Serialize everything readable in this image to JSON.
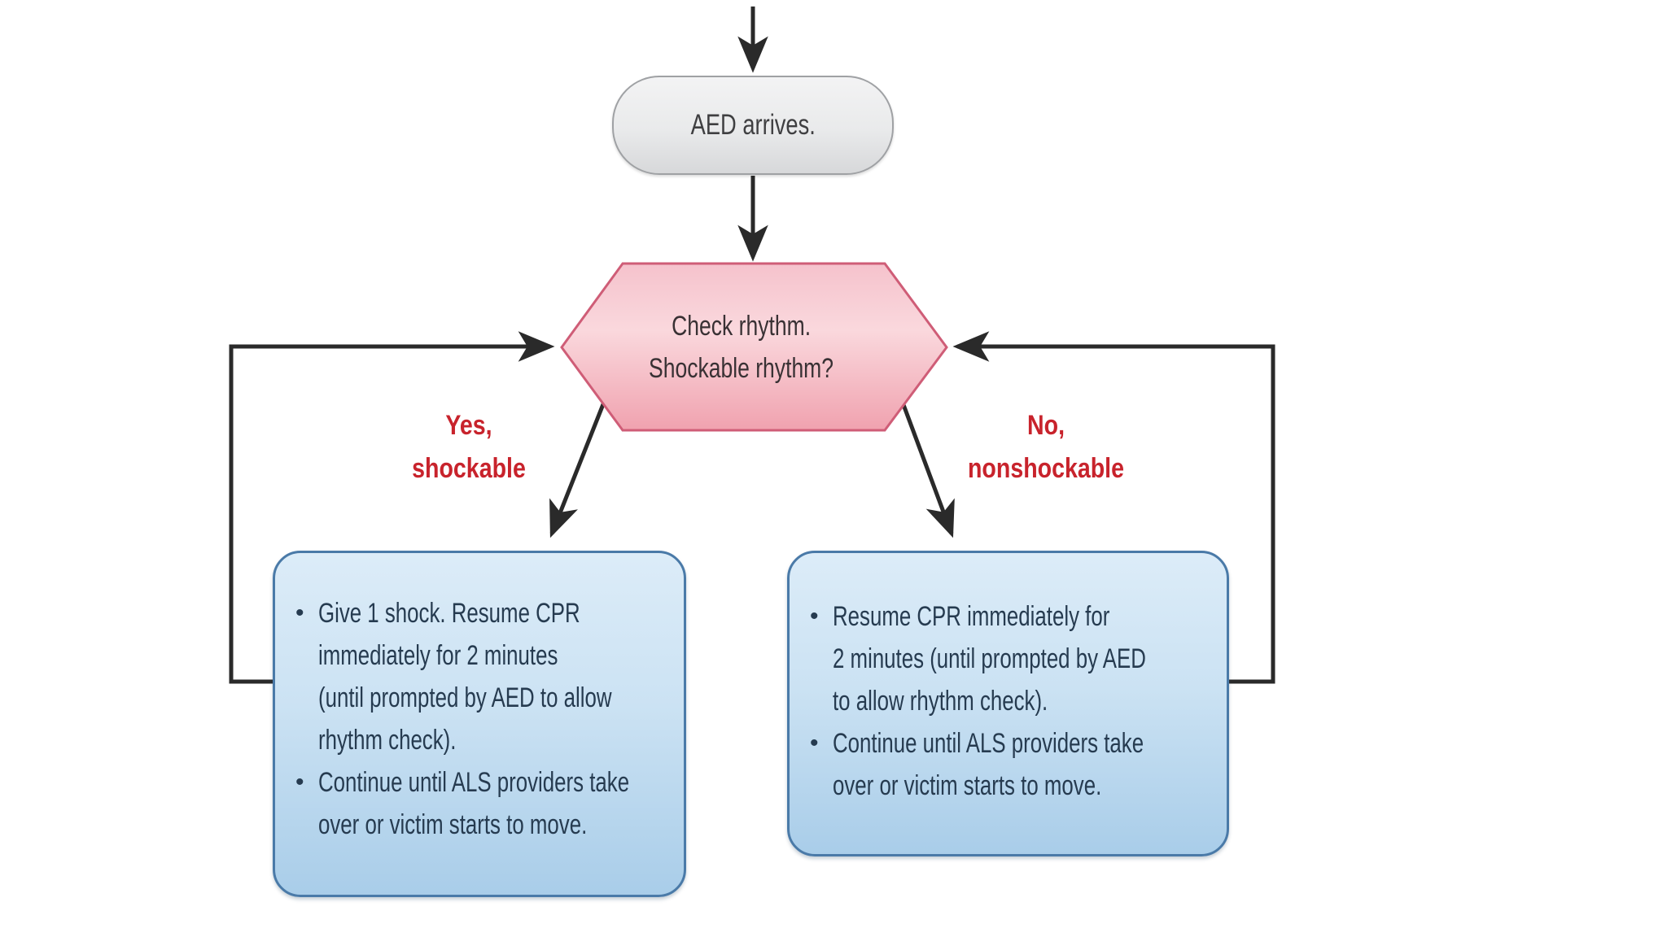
{
  "flowchart": {
    "bullet_char": "•",
    "start": {
      "label": "AED arrives."
    },
    "decision": {
      "lines": [
        "Check rhythm.",
        "Shockable rhythm?"
      ]
    },
    "branch_yes": {
      "lines": [
        "Yes,",
        "shockable"
      ]
    },
    "branch_no": {
      "lines": [
        "No,",
        "nonshockable"
      ]
    },
    "box_shockable": {
      "items": [
        {
          "lines": [
            "Give 1 shock. Resume CPR",
            "immediately for 2 minutes",
            "(until prompted by AED to allow",
            "rhythm check)."
          ]
        },
        {
          "lines": [
            "Continue until ALS providers take",
            "over or victim starts to move."
          ]
        }
      ]
    },
    "box_nonshockable": {
      "items": [
        {
          "lines": [
            "Resume CPR immediately for",
            "2 minutes (until prompted by AED",
            "to allow rhythm check)."
          ]
        },
        {
          "lines": [
            "Continue until ALS providers take",
            "over or victim starts to move."
          ]
        }
      ]
    }
  },
  "colors": {
    "canvas_bg": "#ffffff",
    "line": "#2a2a2a",
    "start_border": "#9fa1a4",
    "start_fill_top": "#f3f3f4",
    "start_fill_bottom": "#d7d8da",
    "start_text": "#3f3f41",
    "decision_border": "#cf5d77",
    "decision_fill_top": "#f5c2cc",
    "decision_fill_mid": "#fad8dd",
    "decision_fill_bottom": "#f0a2af",
    "decision_text": "#393134",
    "branch_label": "#c8232c",
    "action_border": "#4a7aa8",
    "action_fill_top": "#dcecf8",
    "action_fill_mid": "#cbe2f3",
    "action_fill_bottom": "#a9cde9",
    "action_text": "#263b50"
  }
}
